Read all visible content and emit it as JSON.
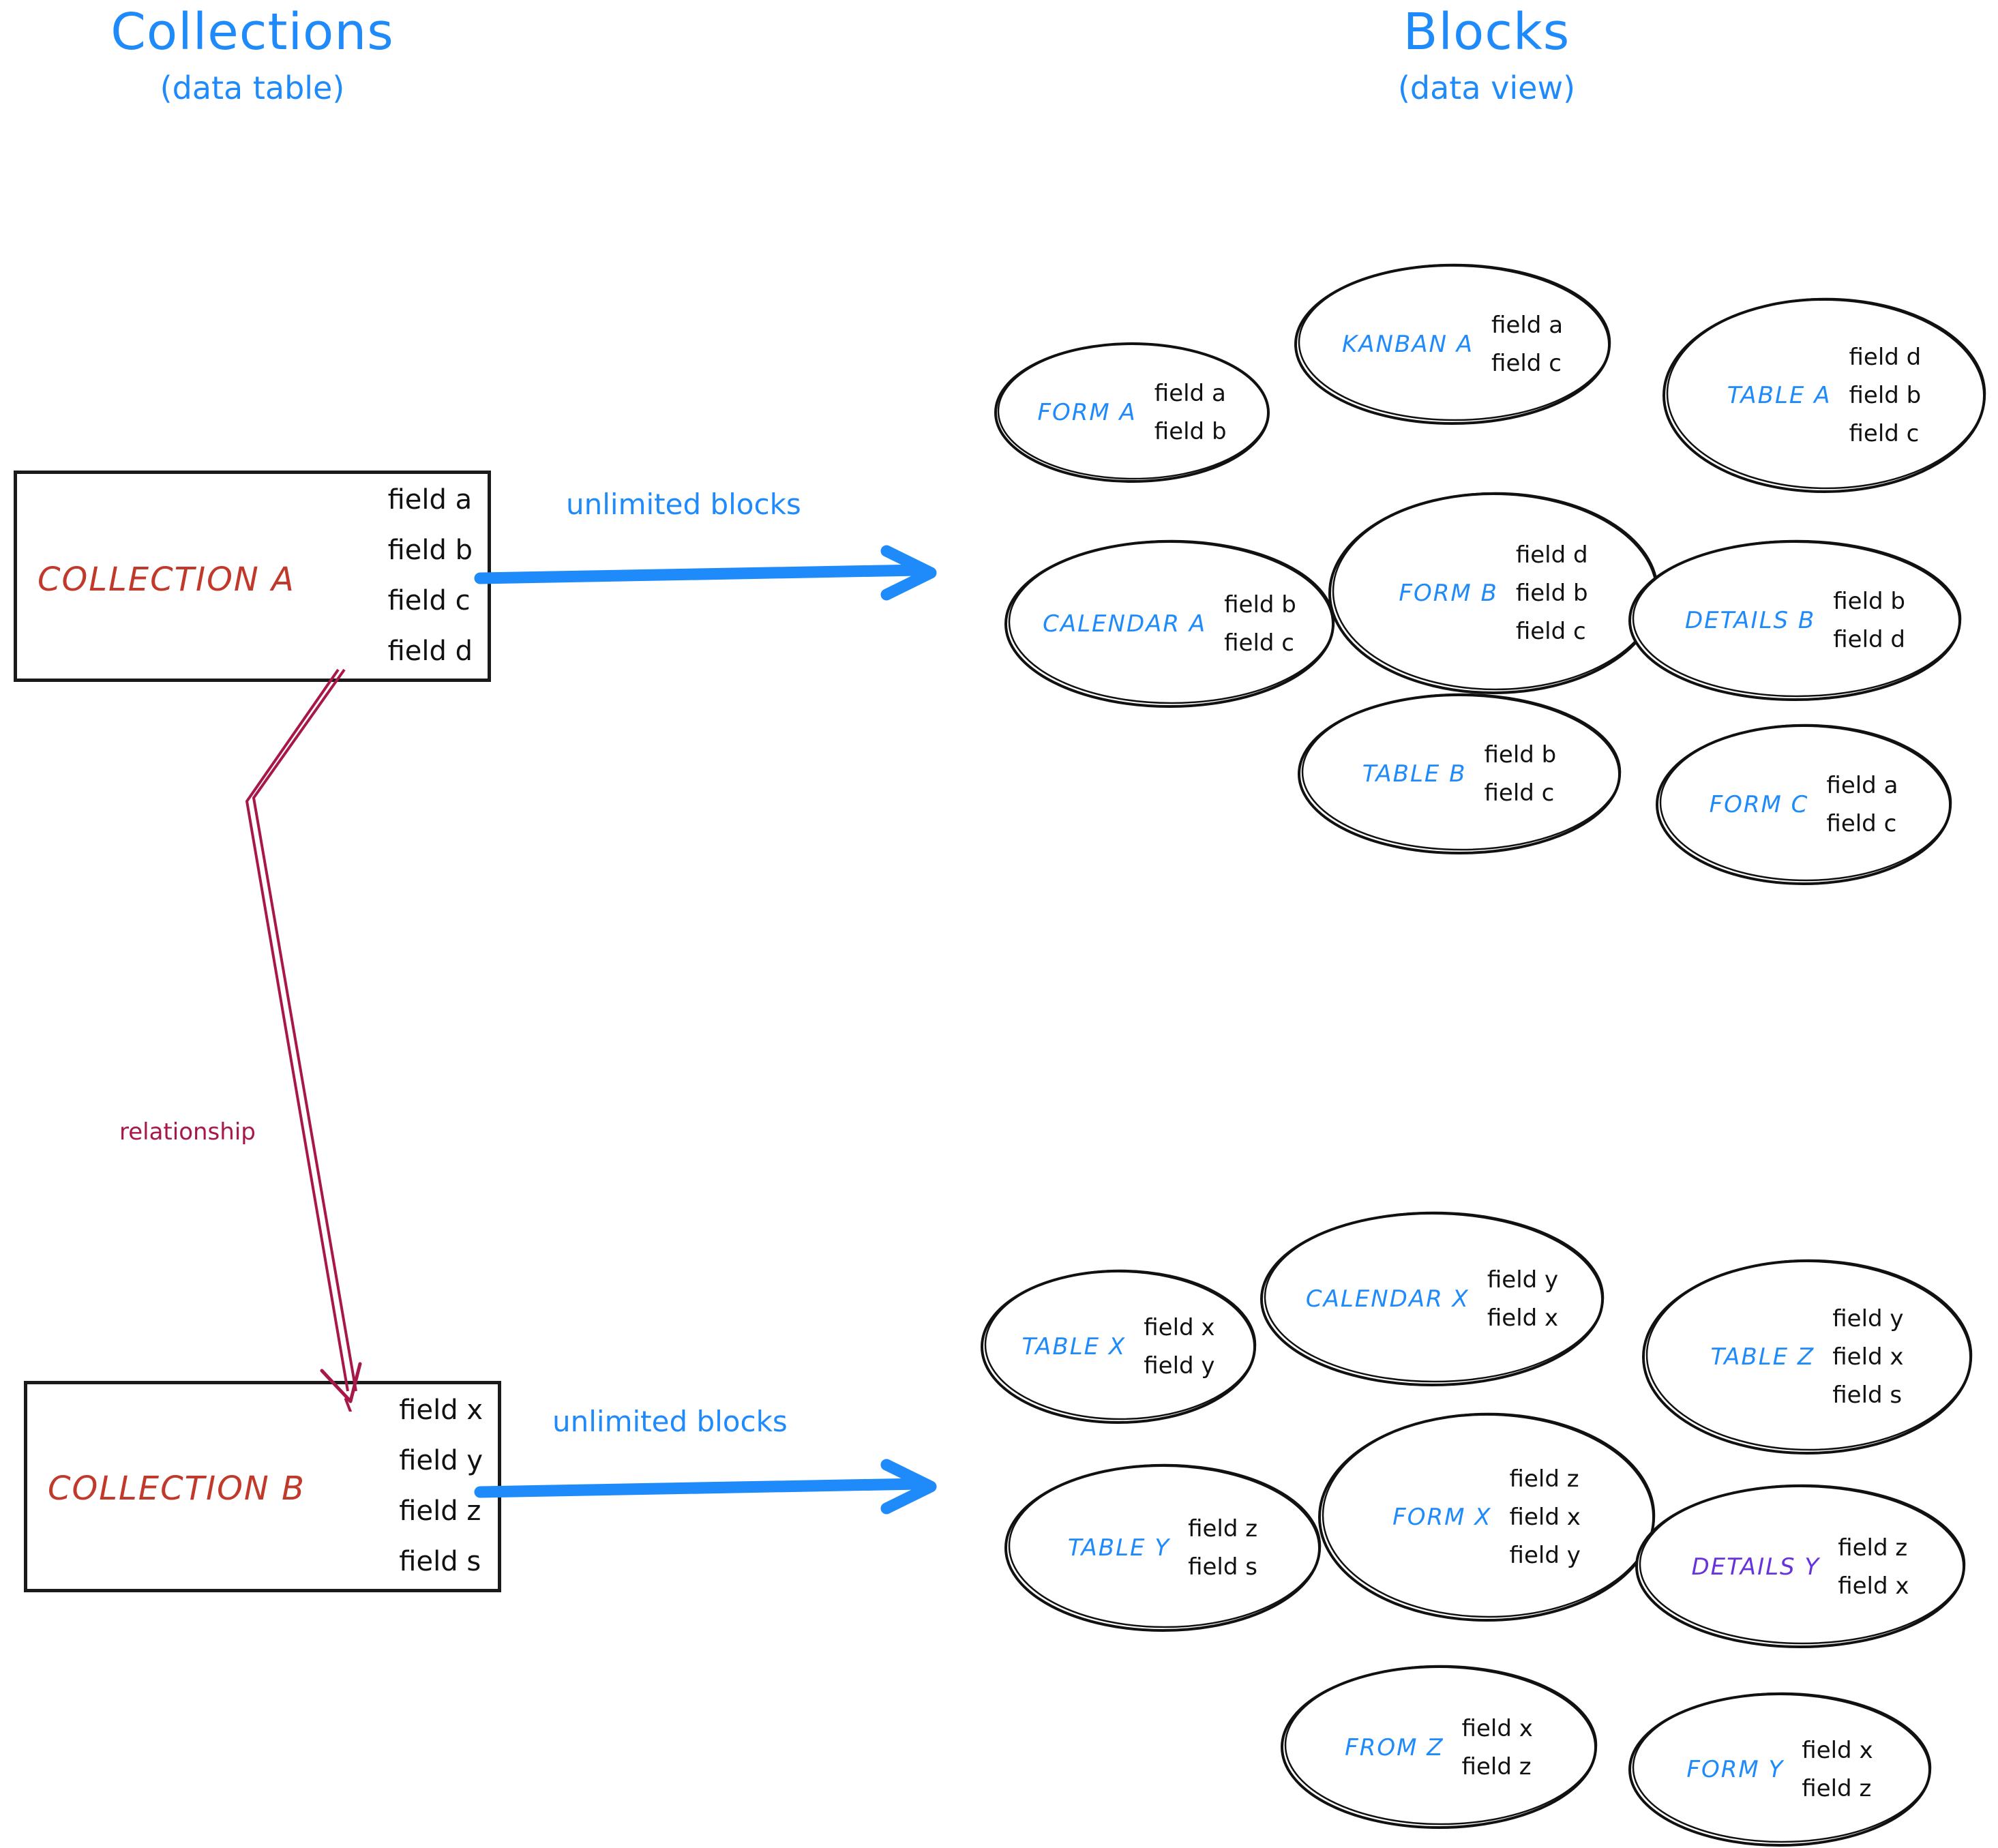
{
  "headings": {
    "left": {
      "main": "Collections",
      "sub": "(data table)"
    },
    "right": {
      "main": "Blocks",
      "sub": "(data view)"
    }
  },
  "colors": {
    "accent_blue": "#1f8bfb",
    "collection_red": "#c0392b",
    "relationship_crimson": "#a8174a",
    "details_purple": "#6633dd",
    "stroke_black": "#1a1a1a"
  },
  "collections": [
    {
      "name": "COLLECTION A",
      "fields": [
        "field a",
        "field b",
        "field c",
        "field d"
      ],
      "arrow_label": "unlimited blocks"
    },
    {
      "name": "COLLECTION B",
      "fields": [
        "field x",
        "field y",
        "field z",
        "field s"
      ],
      "arrow_label": "unlimited blocks"
    }
  ],
  "relationship": {
    "label": "relationship"
  },
  "blocks_top": [
    {
      "label": "FORM A",
      "fields": [
        "field a",
        "field b"
      ]
    },
    {
      "label": "KANBAN A",
      "fields": [
        "field a",
        "field c"
      ]
    },
    {
      "label": "TABLE A",
      "fields": [
        "field d",
        "field b",
        "field c"
      ]
    },
    {
      "label": "CALENDAR A",
      "fields": [
        "field b",
        "field c"
      ]
    },
    {
      "label": "FORM B",
      "fields": [
        "field d",
        "field b",
        "field c"
      ]
    },
    {
      "label": "DETAILS B",
      "fields": [
        "field b",
        "field d"
      ]
    },
    {
      "label": "TABLE B",
      "fields": [
        "field b",
        "field c"
      ]
    },
    {
      "label": "FORM C",
      "fields": [
        "field a",
        "field c"
      ]
    }
  ],
  "blocks_bottom": [
    {
      "label": "TABLE X",
      "fields": [
        "field x",
        "field y"
      ]
    },
    {
      "label": "CALENDAR X",
      "fields": [
        "field y",
        "field x"
      ]
    },
    {
      "label": "TABLE Z",
      "fields": [
        "field y",
        "field x",
        "field s"
      ]
    },
    {
      "label": "TABLE Y",
      "fields": [
        "field z",
        "field s"
      ]
    },
    {
      "label": "FORM X",
      "fields": [
        "field z",
        "field x",
        "field y"
      ]
    },
    {
      "label": "DETAILS Y",
      "fields": [
        "field z",
        "field x"
      ]
    },
    {
      "label": "FROM Z",
      "fields": [
        "field x",
        "field z"
      ]
    },
    {
      "label": "FORM Y",
      "fields": [
        "field x",
        "field z"
      ]
    }
  ]
}
